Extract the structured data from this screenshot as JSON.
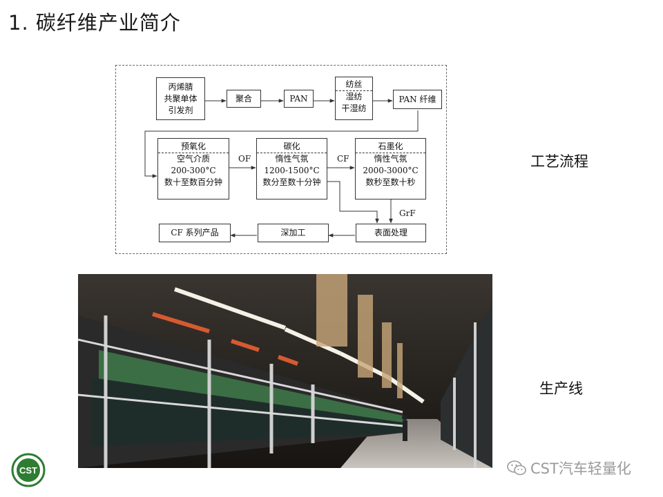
{
  "slide": {
    "title": "1. 碳纤维产业简介"
  },
  "flow": {
    "monomer": [
      "丙烯腈",
      "共聚单体",
      "引发剂"
    ],
    "polymerize": "聚合",
    "pan": "PAN",
    "spinning": {
      "head": "纺丝",
      "lines": [
        "湿纺",
        "干湿纺"
      ]
    },
    "pan_fiber": "PAN 纤维",
    "preox": {
      "head": "预氧化",
      "lines": [
        "空气介质",
        "200-300°C",
        "数十至数百分钟"
      ]
    },
    "carbon": {
      "head": "碳化",
      "lines": [
        "惰性气氛",
        "1200-1500°C",
        "数分至数十分钟"
      ]
    },
    "graphite": {
      "head": "石墨化",
      "lines": [
        "惰性气氛",
        "2000-3000°C",
        "数秒至数十秒"
      ]
    },
    "surface": "表面处理",
    "deep": "深加工",
    "product": "CF 系列产品",
    "label_of": "OF",
    "label_cf": "CF",
    "label_grf": "GrF"
  },
  "labels": {
    "process": "工艺流程",
    "production_line": "生产线"
  },
  "footer": {
    "watermark": "CST汽车轻量化",
    "logo_text": "CST"
  },
  "colors": {
    "line": "#333333",
    "watermark": "#9a9a9a",
    "logo_green": "#2e7d32"
  }
}
